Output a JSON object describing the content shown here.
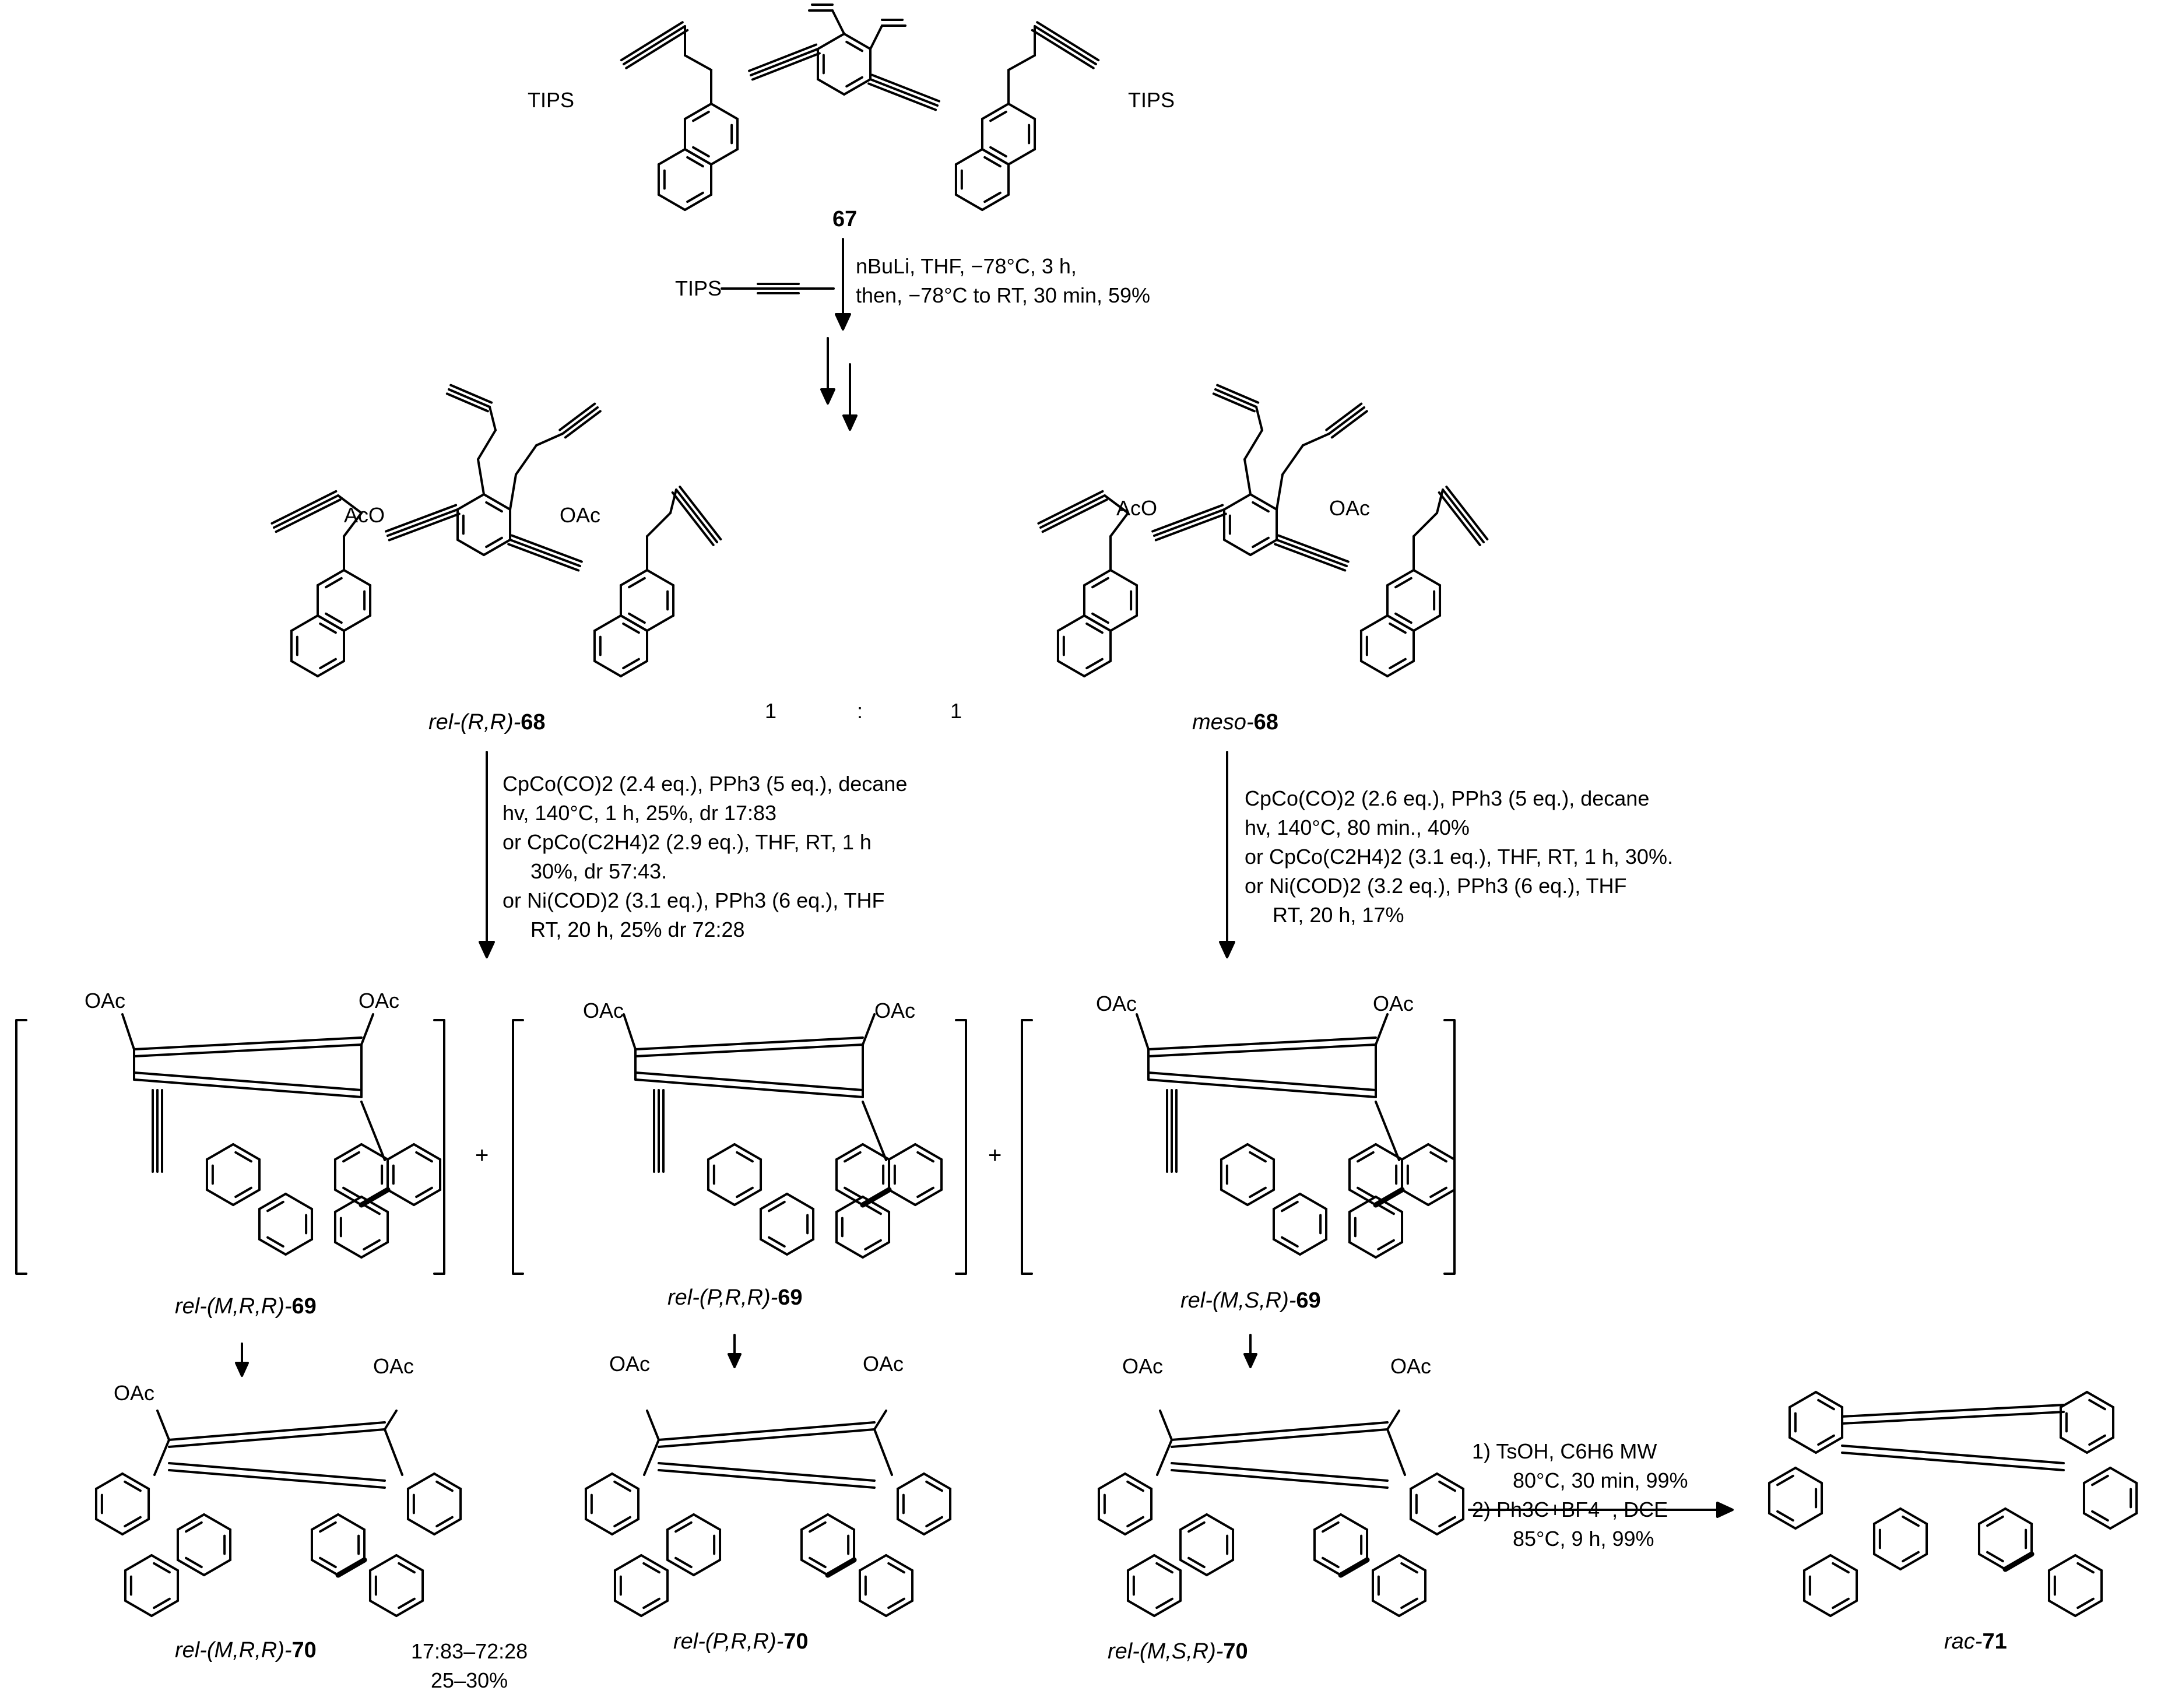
{
  "labels": {
    "tips_tl": "TIPS",
    "tips_tr": "TIPS",
    "tips_reagent": "TIPS",
    "oac": "OAc",
    "aco": "AcO",
    "ratio_1a": "1",
    "ratio_sep": ":",
    "ratio_1b": "1"
  },
  "compounds": {
    "c67": "67",
    "c68a_prefix": "rel-(R,R)-",
    "c68a_num": "68",
    "c68b_prefix": "meso-",
    "c68b_num": "68",
    "c69a_prefix": "rel-(M,R,R)-",
    "c69a_num": "69",
    "c69b_prefix": "rel-(P,R,R)-",
    "c69b_num": "69",
    "c69c_prefix": "rel-(M,S,R)-",
    "c69c_num": "69",
    "c70a_prefix": "rel-(M,R,R)-",
    "c70a_num": "70",
    "c70b_prefix": "rel-(P,R,R)-",
    "c70b_num": "70",
    "c70c_prefix": "rel-(M,S,R)-",
    "c70c_num": "70",
    "c71_prefix": "rac-",
    "c71_num": "71"
  },
  "conditions": {
    "step1_line1": "nBuLi, THF, −78°C, 3 h,",
    "step1_line2": "then, −78°C to RT, 30 min, 59%",
    "left": [
      "CpCo(CO)2 (2.4 eq.), PPh3 (5 eq.), decane",
      "hv, 140°C, 1 h, 25%, dr 17:83",
      "or CpCo(C2H4)2 (2.9 eq.), THF, RT, 1 h",
      "30%, dr 57:43.",
      "or Ni(COD)2 (3.1 eq.), PPh3 (6 eq.), THF",
      "RT, 20 h, 25% dr 72:28"
    ],
    "right": [
      "CpCo(CO)2 (2.6 eq.), PPh3 (5 eq.), decane",
      "hv, 140°C, 80 min., 40%",
      "or CpCo(C2H4)2 (3.1 eq.), THF, RT, 1 h, 30%.",
      "or Ni(COD)2 (3.2 eq.), PPh3 (6 eq.), THF",
      "RT, 20 h, 17%"
    ],
    "final": [
      "1) TsOH, C6H6 MW",
      "80°C, 30 min, 99%",
      "2) Ph3C+BF4−, DCE",
      "85°C, 9 h, 99%"
    ]
  },
  "yield_note": {
    "line1": "17:83–72:28",
    "line2": "25–30%"
  }
}
